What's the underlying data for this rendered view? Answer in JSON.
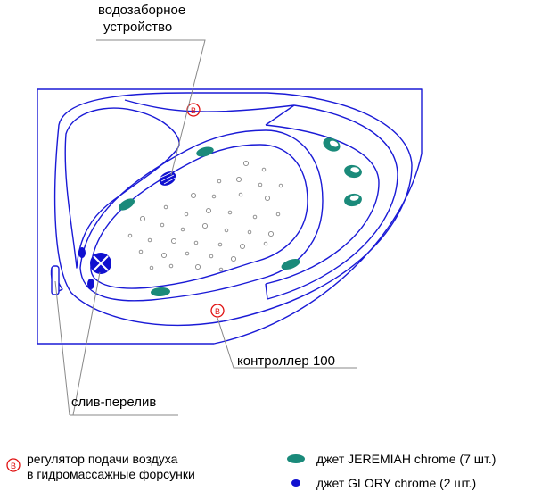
{
  "labels": {
    "water_intake_line1": "водозаборное",
    "water_intake_line2": "устройство",
    "controller": "контроллер 100",
    "drain": "слив-перелив",
    "regulator_marker": "В",
    "controller_marker": "В"
  },
  "legend": {
    "regulator_line1": "регулятор подачи воздуха",
    "regulator_line2": "в гидромассажные форсунки",
    "regulator_marker": "В",
    "jeremiah": "джет JEREMIAH chrome (7 шт.)",
    "glory": "джет GLORY chrome (2 шт.)"
  },
  "colors": {
    "outline": "#1a1ad6",
    "jeremiah": "#1a8a7a",
    "glory": "#1010d0",
    "marker": "#e01010",
    "leader": "#888888",
    "text": "#000000"
  }
}
